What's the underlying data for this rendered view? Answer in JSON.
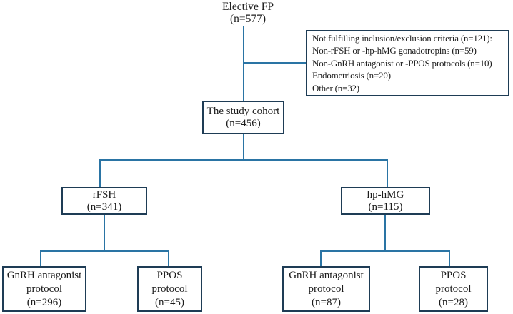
{
  "colors": {
    "line": "#2a74a4",
    "border": "#1e3c55",
    "text": "#1c1c1c",
    "bg": "#ffffff"
  },
  "root": {
    "line1": "Elective FP",
    "line2": "(n=577)"
  },
  "exclusion_box": {
    "lines": [
      "Not fulfilling inclusion/exclusion criteria (n=121):",
      "Non-rFSH or -hp-hMG gonadotropins (n=59)",
      "Non-GnRH antagonist or -PPOS protocols (n=10)",
      "Endometriosis (n=20)",
      "Other (n=32)"
    ]
  },
  "cohort_box": {
    "line1": "The study cohort",
    "line2": "(n=456)"
  },
  "rfsh_box": {
    "line1": "rFSH",
    "line2": "(n=341)"
  },
  "hphmg_box": {
    "line1": "hp-hMG",
    "line2": "(n=115)"
  },
  "leaf_boxes": [
    {
      "line1": "GnRH antagonist",
      "line2": "protocol",
      "line3": "(n=296)"
    },
    {
      "line1": "PPOS",
      "line2": "protocol",
      "line3": "(n=45)"
    },
    {
      "line1": "GnRH antagonist",
      "line2": "protocol",
      "line3": "(n=87)"
    },
    {
      "line1": "PPOS",
      "line2": "protocol",
      "line3": "(n=28)"
    }
  ]
}
